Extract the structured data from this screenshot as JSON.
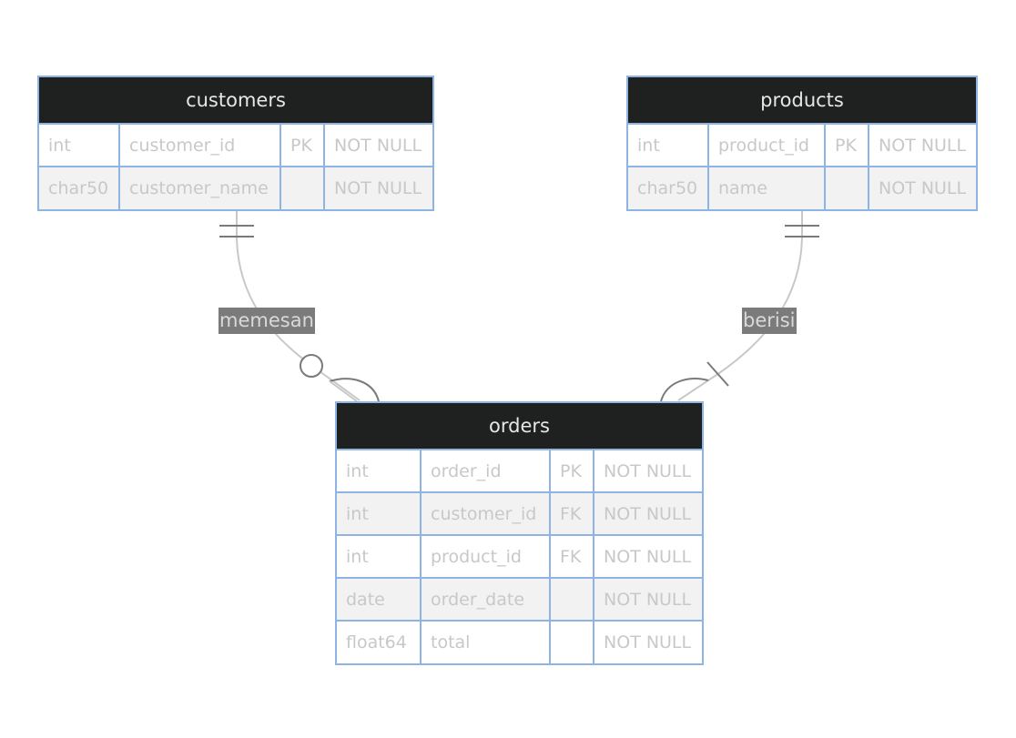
{
  "entities": {
    "customers": {
      "name": "customers",
      "rows": [
        {
          "type": "int",
          "field": "customer_id",
          "key": "PK",
          "nullability": "NOT NULL"
        },
        {
          "type": "char50",
          "field": "customer_name",
          "key": "",
          "nullability": "NOT NULL"
        }
      ]
    },
    "products": {
      "name": "products",
      "rows": [
        {
          "type": "int",
          "field": "product_id",
          "key": "PK",
          "nullability": "NOT NULL"
        },
        {
          "type": "char50",
          "field": "name",
          "key": "",
          "nullability": "NOT NULL"
        }
      ]
    },
    "orders": {
      "name": "orders",
      "rows": [
        {
          "type": "int",
          "field": "order_id",
          "key": "PK",
          "nullability": "NOT NULL"
        },
        {
          "type": "int",
          "field": "customer_id",
          "key": "FK",
          "nullability": "NOT NULL"
        },
        {
          "type": "int",
          "field": "product_id",
          "key": "FK",
          "nullability": "NOT NULL"
        },
        {
          "type": "date",
          "field": "order_date",
          "key": "",
          "nullability": "NOT NULL"
        },
        {
          "type": "float64",
          "field": "total",
          "key": "",
          "nullability": "NOT NULL"
        }
      ]
    }
  },
  "relationships": {
    "memesan": {
      "label": "memesan",
      "from": "customers",
      "to": "orders",
      "from_cardinality": "exactly-one",
      "to_cardinality": "zero-or-many"
    },
    "berisi": {
      "label": "berisi",
      "from": "products",
      "to": "orders",
      "from_cardinality": "exactly-one",
      "to_cardinality": "one-or-many"
    }
  },
  "colors": {
    "header_bg": "#1f2020",
    "header_text": "#e6e6e6",
    "border": "#8db4e2",
    "row_alt": "#f2f2f2",
    "cell_text": "#c8c8c8",
    "line": "#c8c8c8",
    "label_bg": "#7b7b7b"
  }
}
